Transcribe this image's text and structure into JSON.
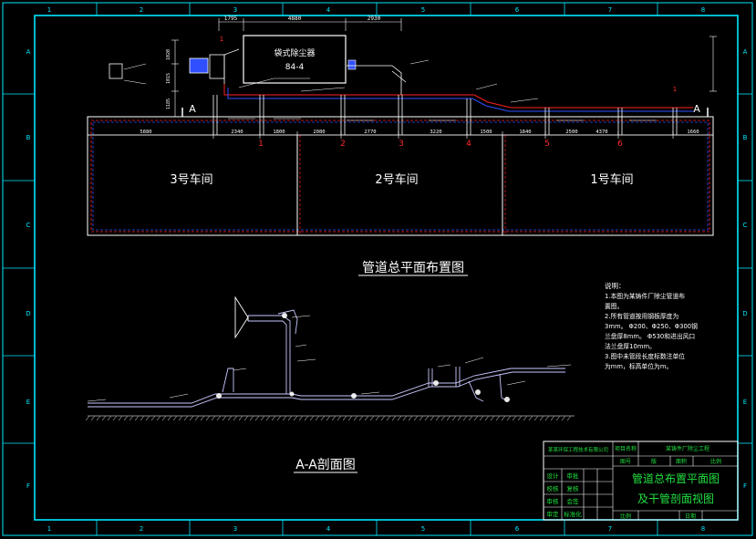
{
  "grid": {
    "cols": [
      "1",
      "2",
      "3",
      "4",
      "5",
      "6",
      "7",
      "8"
    ],
    "rows": [
      "A",
      "B",
      "C",
      "D",
      "E",
      "F"
    ]
  },
  "plan": {
    "dust_collector": {
      "title": "袋式除尘器",
      "model": "84-4"
    },
    "workshops": [
      "3号车间",
      "2号车间",
      "1号车间"
    ],
    "branch_marks": [
      "1",
      "2",
      "3",
      "4",
      "5",
      "6"
    ],
    "section_mark": "A",
    "section_mark_1": "1",
    "dims_top": [
      "1795",
      "4880",
      "2930",
      "1020",
      "1015",
      "1185"
    ],
    "dims_bottom": [
      "5880",
      "2340",
      "1800",
      "2080",
      "2770",
      "3220",
      "1500",
      "1840",
      "2500",
      "4370",
      "1660"
    ],
    "title": "管道总平面布置图"
  },
  "section": {
    "title": "A-A剖面图"
  },
  "notes": {
    "heading": "说明：",
    "lines": [
      "1.本图为某铸件厂除尘管道布",
      "置图。",
      "2.所有管道按用钢板厚度为",
      "3mm。 Φ200、Φ250、Φ300钢",
      "兰盘厚8mm。 Φ530和进出风口",
      "法兰盘厚10mm。",
      "3.图中未管段长度标数注单位",
      "为mm，标高单位为m。"
    ]
  },
  "title_block": {
    "company": "某某环保工程技术有限公司",
    "project_label": "项目名称",
    "project_name": "某铸件厂除尘工程",
    "row_labels": [
      "设计",
      "校核",
      "审核",
      "审定"
    ],
    "row_values": [
      "",
      "",
      "",
      ""
    ],
    "row_labels2": [
      "审批",
      "复核",
      "会签",
      "标准化"
    ],
    "col_labels": [
      "图号",
      "版",
      "面积",
      "比例",
      "日期"
    ],
    "drawing_title_1": "管道总布置平面图",
    "drawing_title_2": "及干管剖面视图",
    "sheet_label": "比例",
    "date_label": "日期"
  },
  "colors": {
    "frame": "#00e8ff",
    "outline": "#ffffff",
    "duct_red": "#ff2020",
    "duct_blue": "#3050ff",
    "section_duct": "#c8c8ff",
    "green": "#20e040",
    "mark_red": "#ff2a2a",
    "ground": "#8a8a8a"
  }
}
